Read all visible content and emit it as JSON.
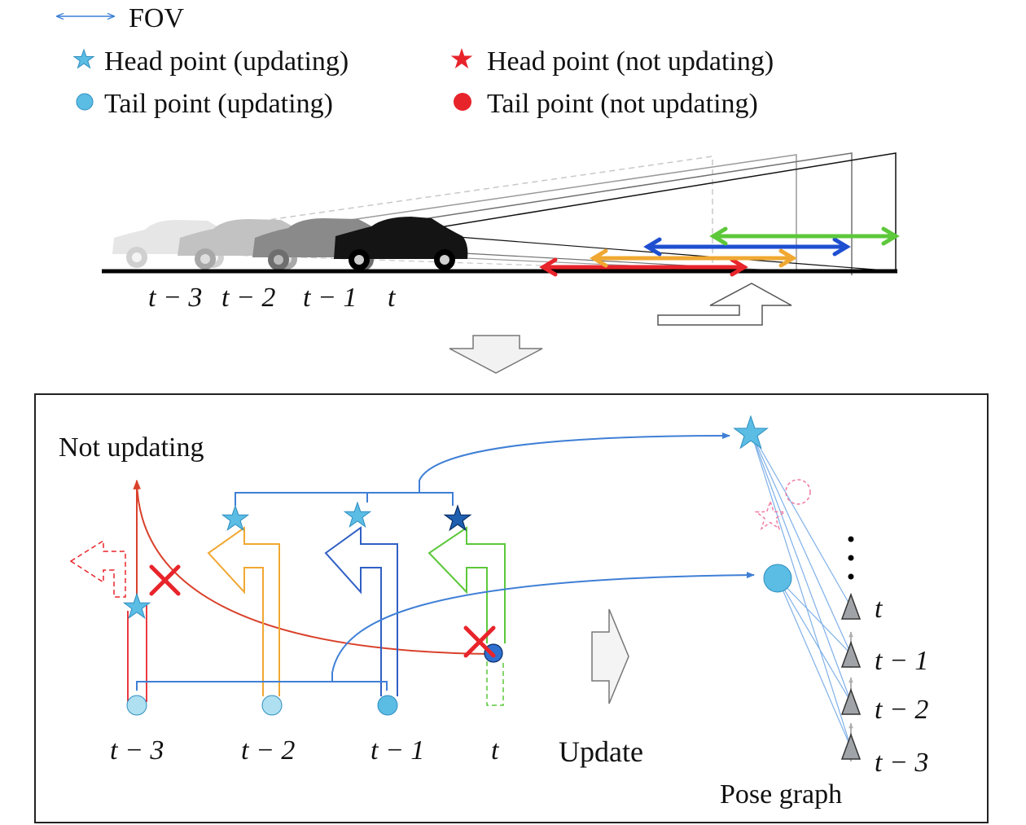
{
  "legend": {
    "fov": "FOV",
    "head_updating": "Head point (updating)",
    "tail_updating": "Tail point (updating)",
    "head_not_updating": "Head point (not updating)",
    "tail_not_updating": "Tail point (not updating)"
  },
  "timeline": {
    "t3": "t − 3",
    "t2": "t − 2",
    "t1": "t − 1",
    "t0": "t"
  },
  "panel": {
    "not_updating": "Not updating",
    "update": "Update",
    "pose_graph": "Pose graph",
    "frames": [
      "t − 3",
      "t − 2",
      "t − 1",
      "t"
    ],
    "pose_labels": [
      "t",
      "t − 1",
      "t − 2",
      "t − 3"
    ]
  },
  "colors": {
    "fov_arrow": "#3a7fd5",
    "head_updating": "#5bbce4",
    "head_latest": "#1f5fb0",
    "not_updating": "#e8242b",
    "red_stream": "#d9412b",
    "orange_stream": "#f0a832",
    "blue_stream": "#2f5fc4",
    "green_stream": "#5cc83a",
    "connector": "#3f7fd6",
    "pink": "#f07aa3",
    "pose_node": "#9aa0a6"
  }
}
